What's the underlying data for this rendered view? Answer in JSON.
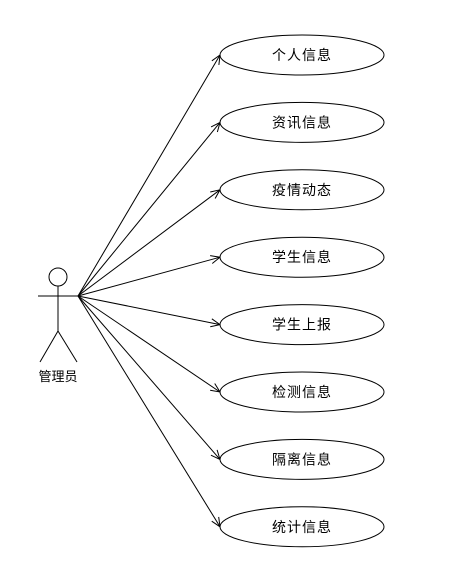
{
  "actor": {
    "name": "管理员"
  },
  "use_cases": [
    {
      "label": "个人信息"
    },
    {
      "label": "资讯信息"
    },
    {
      "label": "疫情动态"
    },
    {
      "label": "学生信息"
    },
    {
      "label": "学生上报"
    },
    {
      "label": "检测信息"
    },
    {
      "label": "隔离信息"
    },
    {
      "label": "统计信息"
    }
  ],
  "colors": {
    "stroke": "#000000",
    "background": "#ffffff"
  }
}
